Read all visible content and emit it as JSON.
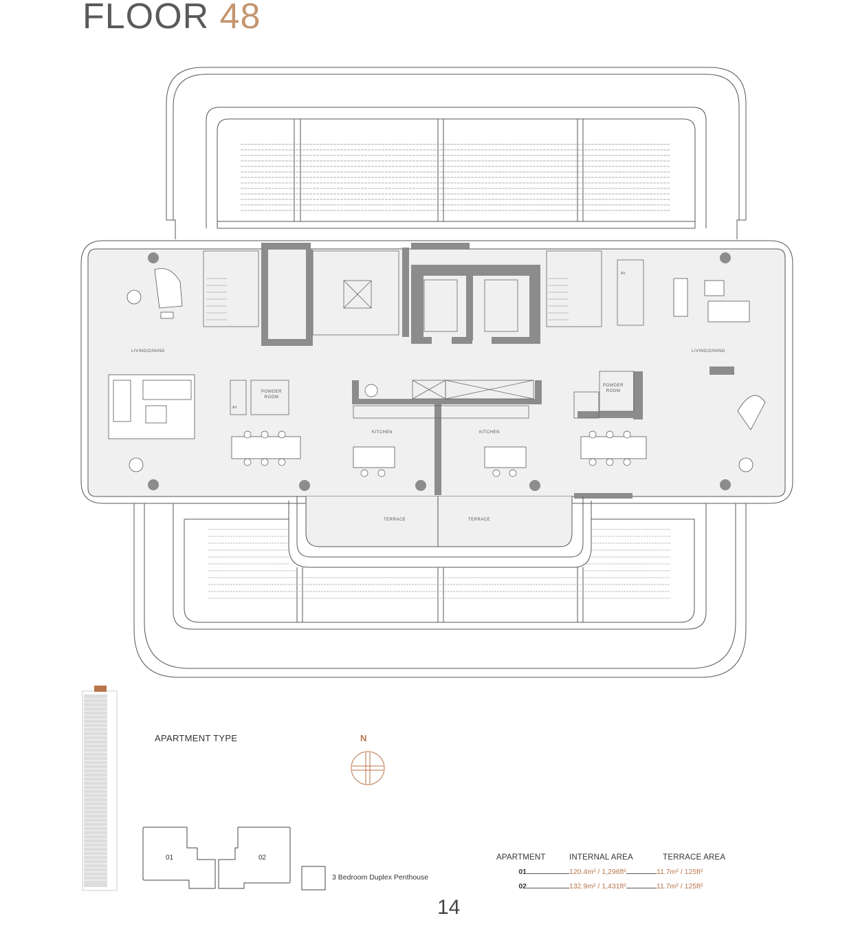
{
  "header": {
    "title_word": "FLOOR",
    "title_number": "48"
  },
  "plan": {
    "living_dining_west": "LIVING/DINING",
    "living_dining_east": "LIVING/DINING",
    "powder_room_west": "POWDER ROOM",
    "powder_room_east": "POWDER ROOM",
    "kitchen_west": "KITCHEN",
    "kitchen_east": "KITCHEN",
    "terrace_west": "TERRACE",
    "terrace_east": "TERRACE",
    "av_west": "AV",
    "av_east": "AV"
  },
  "apartment_type": {
    "heading": "APARTMENT TYPE",
    "north": "N",
    "units": [
      "01",
      "02"
    ],
    "legend": "3 Bedroom Duplex Penthouse"
  },
  "areas": {
    "headers": [
      "APARTMENT",
      "INTERNAL AREA",
      "TERRACE AREA"
    ],
    "rows": [
      {
        "apartment": "01",
        "internal": "120.4m² / 1,296ft²",
        "terrace": "11.7m² / 125ft²"
      },
      {
        "apartment": "02",
        "internal": "132.9m² / 1,431ft²",
        "terrace": "11.7m² / 125ft²"
      }
    ]
  },
  "page_number": "14",
  "colors": {
    "accent": "#c4956e",
    "wall": "#8c8c8c",
    "floor": "#f0f0f0",
    "line": "#555555"
  }
}
